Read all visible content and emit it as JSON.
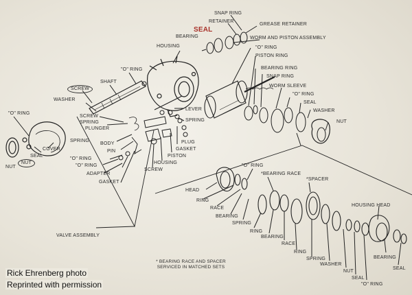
{
  "credit": {
    "line1": "Rick Ehrenberg photo",
    "line2": "Reprinted with permission"
  },
  "labels": {
    "snap_ring_top": "SNAP RING",
    "retainer": "RETAINER",
    "grease_retainer": "GREASE RETAINER",
    "bearing_top": "BEARING",
    "seal_red": "SEAL",
    "worm_piston": "WORM AND PISTON ASSEMBLY",
    "housing_top": "HOUSING",
    "o_ring_r1": "\"O\" RING",
    "piston_ring": "PISTON RING",
    "bearing_ring": "BEARING RING",
    "snap_ring_mid": "SNAP RING",
    "worm_sleeve": "WORM SLEEVE",
    "o_ring_r2": "\"O\" RING",
    "seal_r": "SEAL",
    "washer_r": "WASHER",
    "nut_r": "NUT",
    "shaft": "SHAFT",
    "o_ring_shaft": "\"O\" RING",
    "screw_circled": "SCREW",
    "washer_l": "WASHER",
    "screw_l": "SCREW",
    "spring_l": "SPRING",
    "plunger": "PLUNGER",
    "lever": "LEVER",
    "spring_m": "SPRING",
    "o_ring_left": "\"O\" RING",
    "spring_ll": "SPRING",
    "body": "BODY",
    "pin": "PIN",
    "plug": "PLUG",
    "gasket_m": "GASKET",
    "piston": "PISTON",
    "housing_m": "HOUSING",
    "o_ring_v1": "\"O\" RING",
    "o_ring_v2": "\"O\" RING",
    "adapter": "ADAPTER",
    "gasket_l": "GASKET",
    "screw_m": "SCREW",
    "seal_l": "SEAL",
    "cover": "COVER",
    "nut_l": "NUT",
    "nut_circled": "NUT",
    "valve_assembly": "VALVE ASSEMBLY",
    "o_ring_h": "\"O\" RING",
    "bearing_race": "*BEARING RACE",
    "spacer": "*SPACER",
    "head": "HEAD",
    "ring_1": "RING",
    "race_1": "RACE",
    "bearing_1": "BEARING",
    "spring_1": "SPRING",
    "ring_2": "RING",
    "bearing_2": "BEARING",
    "race_2": "RACE",
    "ring_3": "RING",
    "spring_2": "SPRING",
    "washer_b": "WASHER",
    "nut_b": "NUT",
    "seal_b": "SEAL",
    "o_ring_b": "\"O\" RING",
    "housing_head": "HOUSING HEAD",
    "bearing_b": "BEARING",
    "seal_b2": "SEAL",
    "note": "* BEARING RACE AND SPACER SERVICED IN MATCHED SETS"
  }
}
